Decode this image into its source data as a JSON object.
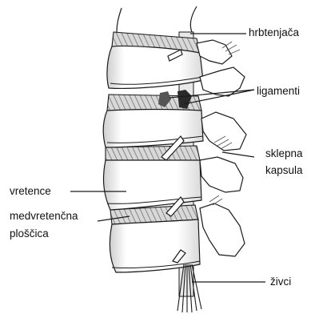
{
  "labels": {
    "spinal_cord": "hrbtenjača",
    "ligaments": "ligamenti",
    "joint_capsule_1": "sklepna",
    "joint_capsule_2": "kapsula",
    "vertebra": "vretence",
    "disc_1": "medvretenčna",
    "disc_2": "ploščica",
    "nerves": "živci"
  },
  "colors": {
    "line": "#1a1a1a",
    "bone": "#ffffff",
    "disc": "#cfcfcf",
    "shade": "#8c8c8c"
  }
}
